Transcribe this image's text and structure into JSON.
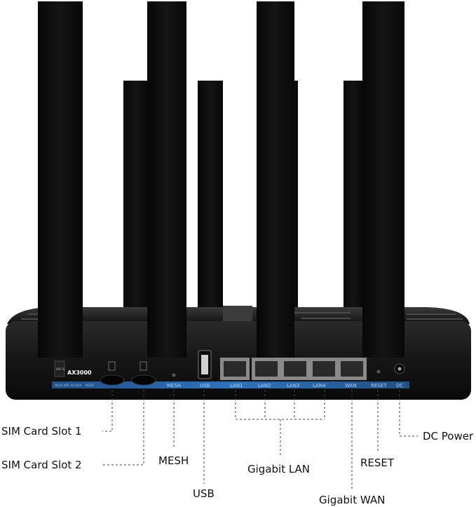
{
  "device": {
    "model_badge": "AX3000",
    "badge_small_text": "WiFi 6",
    "strip_small_text": "MESH WIFI AX3000",
    "strip_small_text2": "MESH",
    "port_labels": {
      "mesh": "MESH",
      "usb": "USB",
      "lan1": "LAN1",
      "lan2": "LAN2",
      "lan3": "LAN3",
      "lan4": "LAN4",
      "wan": "WAN",
      "reset": "RESET",
      "dc": "DC"
    }
  },
  "callouts": {
    "sim1": "SIM Card Slot 1",
    "sim2": "SIM Card Slot 2",
    "mesh": "MESH",
    "usb": "USB",
    "lan": "Gigabit LAN",
    "wan": "Gigabit WAN",
    "reset": "RESET",
    "dc": "DC Power"
  },
  "colors": {
    "body": "#141414",
    "antenna": "#0d0d0d",
    "strip": "#2b6cb3",
    "background": "#ffffff"
  }
}
